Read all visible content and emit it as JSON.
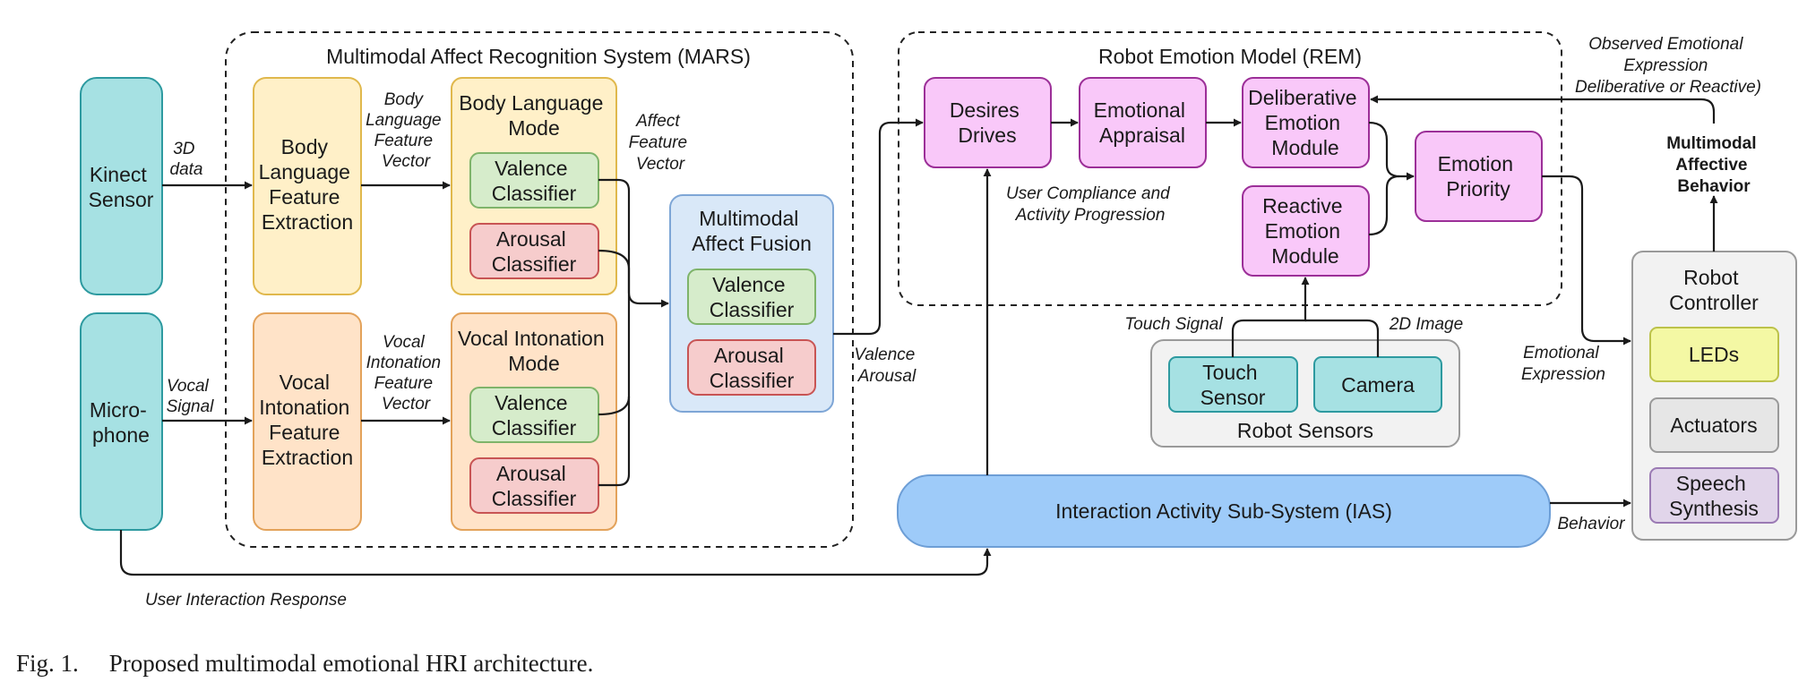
{
  "groups": {
    "mars": "Multimodal Affect Recognition System (MARS)",
    "rem": "Robot Emotion Model (REM)",
    "sensors": "Robot Sensors",
    "controller": [
      "Robot",
      "Controller"
    ]
  },
  "nodes": {
    "kinect": [
      "Kinect",
      "Sensor"
    ],
    "microphone": [
      "Micro-",
      "phone"
    ],
    "body_extraction": [
      "Body",
      "Language",
      "Feature",
      "Extraction"
    ],
    "vocal_extraction": [
      "Vocal",
      "Intonation",
      "Feature",
      "Extraction"
    ],
    "body_mode": [
      "Body Language",
      "Mode"
    ],
    "vocal_mode": [
      "Vocal Intonation",
      "Mode"
    ],
    "valence_classifier": [
      "Valence",
      "Classifier"
    ],
    "arousal_classifier": [
      "Arousal",
      "Classifier"
    ],
    "fusion": [
      "Multimodal",
      "Affect Fusion"
    ],
    "desires": [
      "Desires",
      "Drives"
    ],
    "appraisal": [
      "Emotional",
      "Appraisal"
    ],
    "deliberative": [
      "Deliberative",
      "Emotion",
      "Module"
    ],
    "reactive": [
      "Reactive",
      "Emotion",
      "Module"
    ],
    "priority": [
      "Emotion",
      "Priority"
    ],
    "touch": [
      "Touch",
      "Sensor"
    ],
    "camera": "Camera",
    "ias": "Interaction Activity Sub-System (IAS)",
    "leds": "LEDs",
    "actuators": "Actuators",
    "speech": [
      "Speech",
      "Synthesis"
    ]
  },
  "edge_labels": {
    "data3d": [
      "3D",
      "data"
    ],
    "vocal_signal": [
      "Vocal",
      "Signal"
    ],
    "body_vector": [
      "Body",
      "Language",
      "Feature",
      "Vector"
    ],
    "vocal_vector": [
      "Vocal",
      "Intonation",
      "Feature",
      "Vector"
    ],
    "affect_vector": [
      "Affect",
      "Feature",
      "Vector"
    ],
    "valence_arousal": [
      "Valence",
      "Arousal"
    ],
    "compliance": [
      "User Compliance and",
      "Activity Progression"
    ],
    "touch_signal": "Touch Signal",
    "image2d": "2D Image",
    "emotional_expression": [
      "Emotional",
      "Expression"
    ],
    "behavior": "Behavior",
    "observed": [
      "Observed Emotional",
      "Expression",
      "Deliberative or Reactive)"
    ],
    "multimodal_behavior": [
      "Multimodal",
      "Affective",
      "Behavior"
    ],
    "user_response": "User Interaction Response"
  },
  "colors": {
    "teal_fill": "#a6e1e3",
    "teal_stroke": "#2d9aa0",
    "yellow_fill": "#fff0c8",
    "yellow_stroke": "#e0b84c",
    "orange_fill": "#ffe3c8",
    "orange_stroke": "#e3a25a",
    "green_fill": "#d6eccb",
    "green_stroke": "#7fb46a",
    "red_fill": "#f6cccc",
    "red_stroke": "#c85454",
    "blue_fill": "#d9e8f8",
    "blue_stroke": "#7ea6d6",
    "pink_fill": "#f9c8f9",
    "pink_stroke": "#9c2f98",
    "ias_fill": "#9ecbf9",
    "ias_stroke": "#6d9ed6",
    "gray_fill": "#f2f2f2",
    "gray_stroke": "#9a9a9a",
    "lime_fill": "#f4f8a4",
    "lime_stroke": "#bcc24a",
    "lightgray_fill": "#e6e6e6",
    "purple_fill": "#e1d5ea",
    "purple_stroke": "#9b7ab4"
  },
  "caption": {
    "number": "Fig. 1.",
    "text": "Proposed multimodal emotional HRI architecture."
  }
}
